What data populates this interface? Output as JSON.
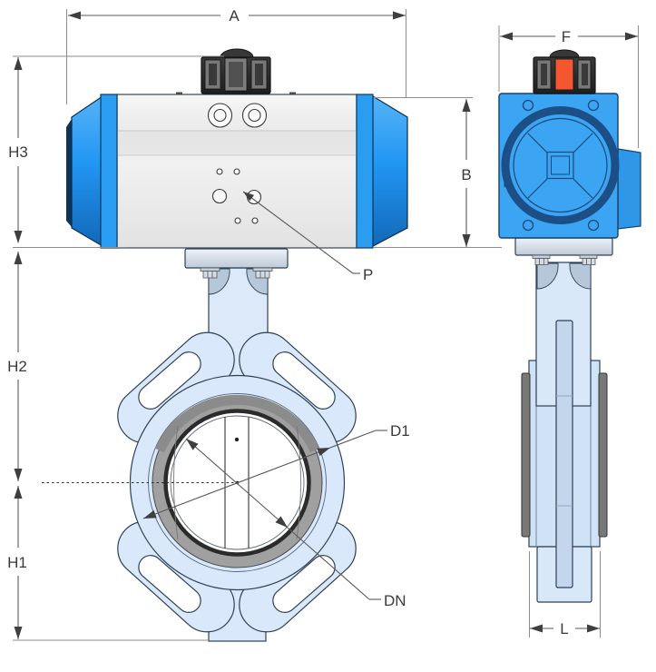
{
  "drawing": {
    "type": "technical dimensional drawing",
    "subject": "pneumatic actuator butterfly valve, front and side views",
    "labels": {
      "a": "A",
      "b": "B",
      "f": "F",
      "h1": "H1",
      "h2": "H2",
      "h3": "H3",
      "p": "P",
      "d1": "D1",
      "dn": "DN",
      "l": "L"
    },
    "colors": {
      "actuator_cap_blue": "#2196f3",
      "actuator_body_gray": "#ededed",
      "side_body_blue": "#3ba5f3",
      "ring_dark_blue": "#1c4f86",
      "valve_body_light_blue": "#d9e9fb",
      "seat_gray": "#a0a0a0",
      "indicator_cap_black": "#262626",
      "indicator_orange": "#f4572f",
      "dimension_line_gray": "#5a5a5a"
    }
  }
}
